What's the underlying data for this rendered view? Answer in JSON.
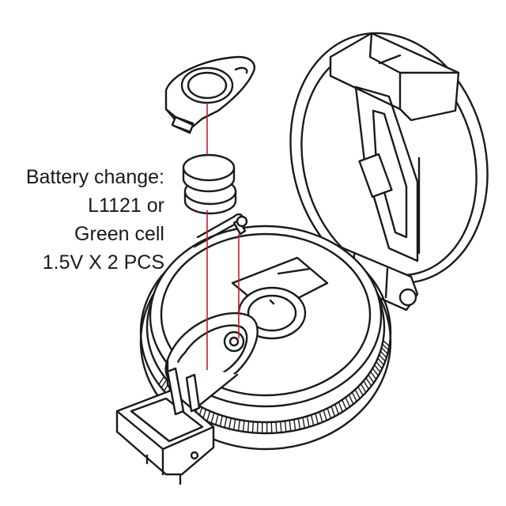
{
  "callout": {
    "lines": [
      "Battery change:",
      "L1121 or",
      "Green cell",
      "1.5V X 2 PCS"
    ]
  },
  "colors": {
    "line": "#1a1a1a",
    "guide": "#c0202a",
    "background": "#ffffff"
  }
}
